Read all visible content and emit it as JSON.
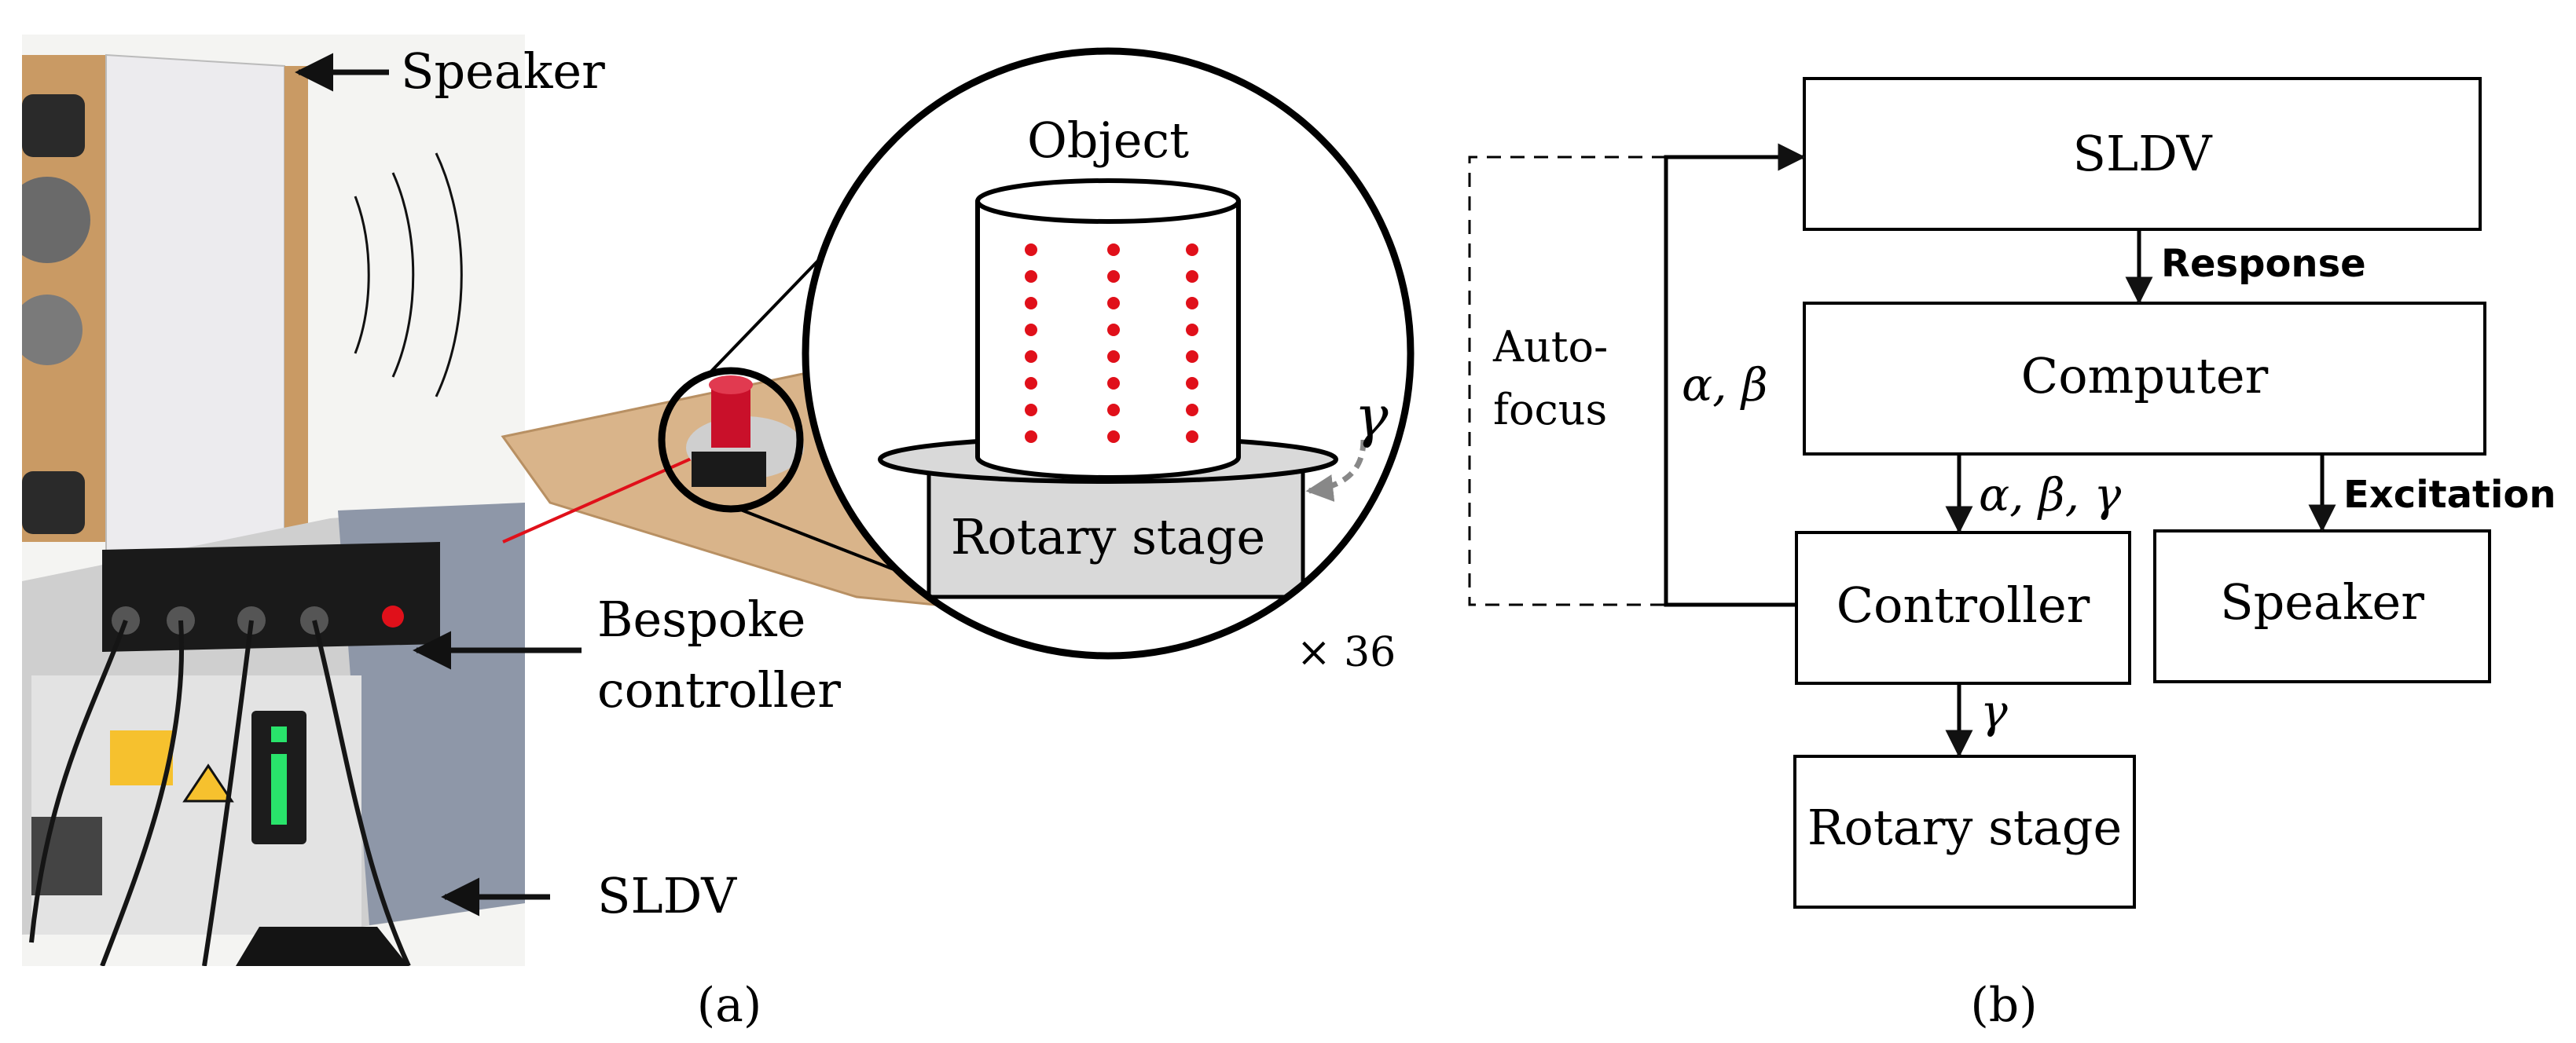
{
  "panel_a": {
    "labels": {
      "speaker": "Speaker",
      "bespoke_line1": "Bespoke",
      "bespoke_line2": "controller",
      "sldv": "SLDV",
      "object": "Object",
      "rotary_stage": "Rotary stage",
      "gamma": "γ",
      "repeat": "× 36"
    },
    "caption": "(a)"
  },
  "panel_b": {
    "blocks": {
      "sldv": "SLDV",
      "computer": "Computer",
      "controller": "Controller",
      "speaker": "Speaker",
      "rotary_stage": "Rotary stage"
    },
    "arrows": {
      "response": "Response",
      "excitation": "Excitation",
      "controller_params": "α, β, γ",
      "stage_param": "γ",
      "feedback_params": "α, β"
    },
    "autofocus_line1": "Auto-",
    "autofocus_line2": "focus",
    "caption": "(b)"
  },
  "colors": {
    "laser": "#e0101a",
    "scan_point": "#e0101a",
    "stage_fill": "#d9d9d9",
    "led": "#29e36b",
    "wood": "#d9b48a"
  }
}
